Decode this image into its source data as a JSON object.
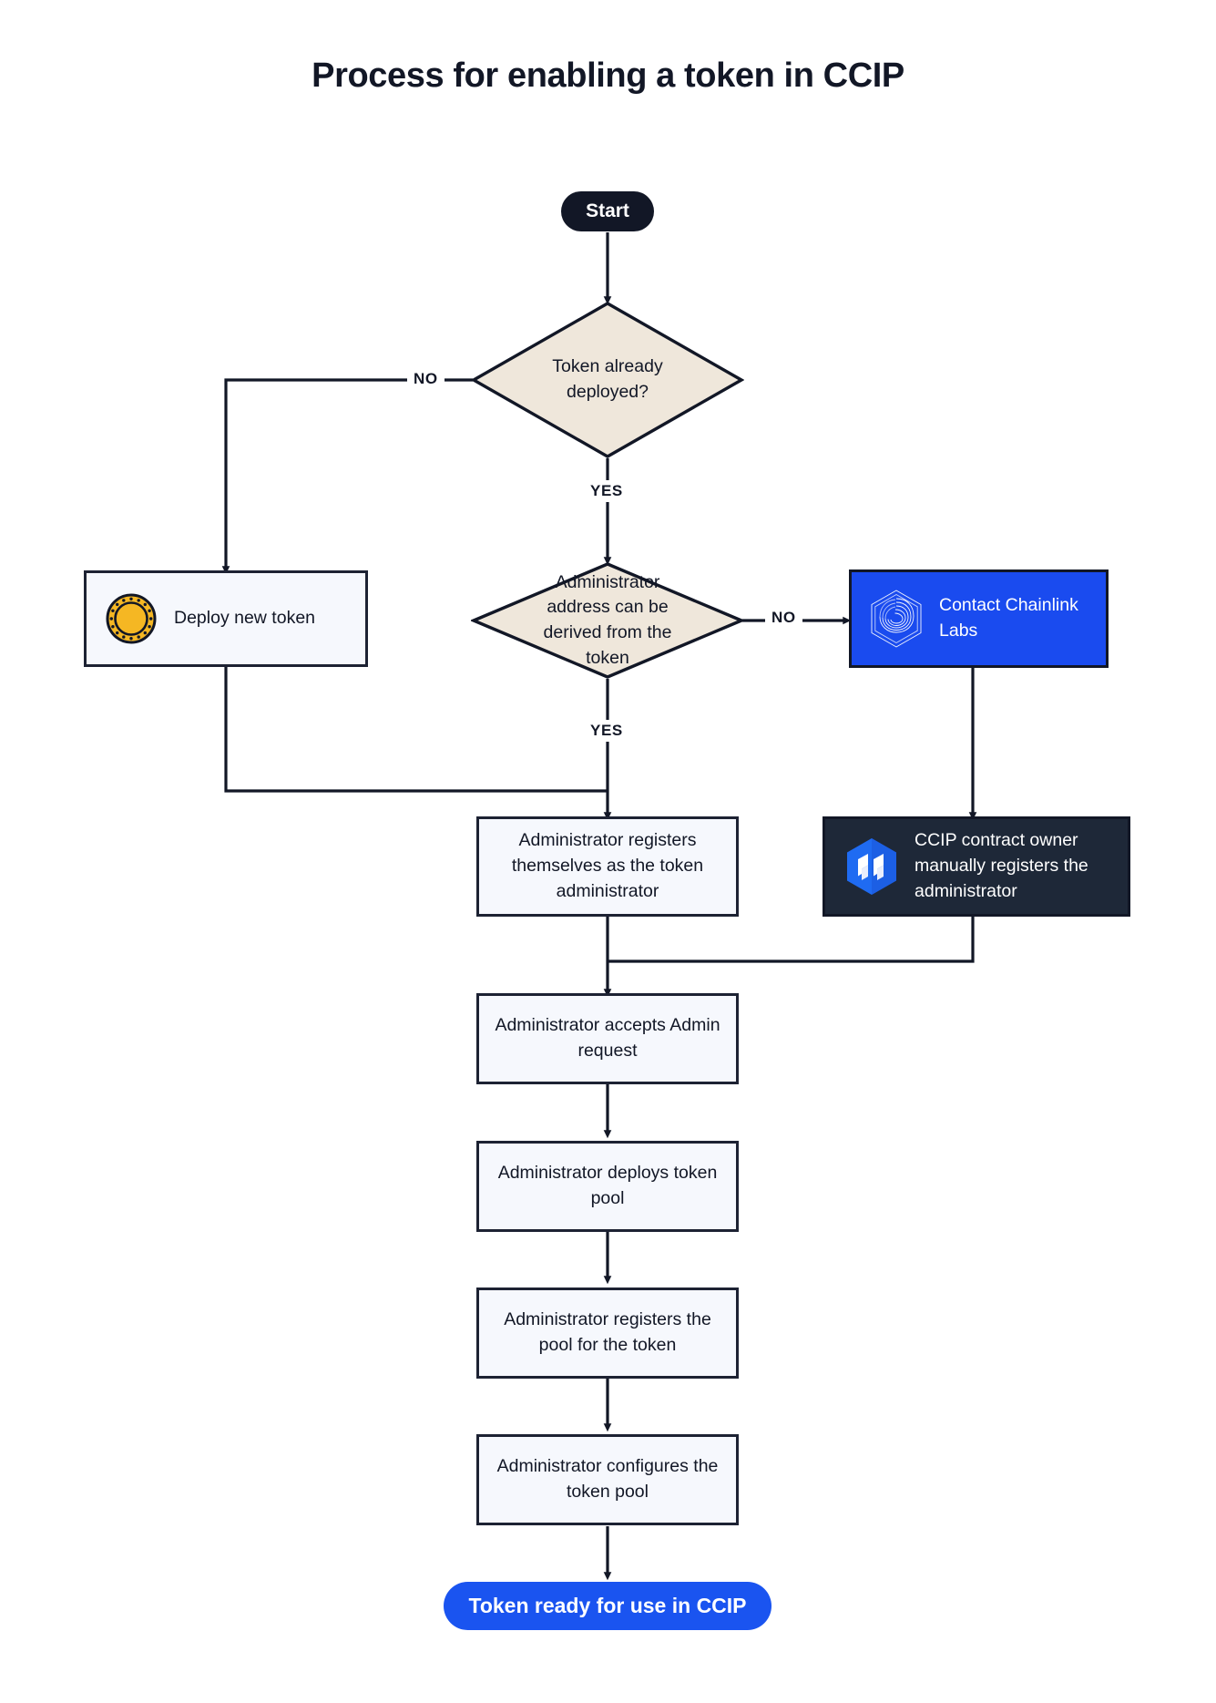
{
  "diagram": {
    "title": "Process for enabling a token in CCIP",
    "type": "flowchart",
    "colors": {
      "ink": "#121726",
      "process_fill": "#f6f8fd",
      "decision_fill": "#efe7db",
      "brand_blue": "#1a4bef",
      "end_blue": "#1a54f0",
      "dark_slate": "#1e2838",
      "coin_gold": "#f5b723"
    },
    "nodes": {
      "start": {
        "label": "Start",
        "shape": "terminator"
      },
      "decision_token_deployed": {
        "label": "Token already deployed?",
        "shape": "decision"
      },
      "deploy_new_token": {
        "label": "Deploy new token",
        "shape": "process",
        "icon": "gold-coin-icon"
      },
      "decision_admin_derivable": {
        "label": "Administrator address can be derived from the token",
        "shape": "decision"
      },
      "contact_chainlink": {
        "label": "Contact Chainlink Labs",
        "shape": "process",
        "icon": "chainlink-logo-icon"
      },
      "admin_registers_self": {
        "label": "Administrator registers themselves as the token administrator",
        "shape": "process"
      },
      "ccip_owner_registers": {
        "label": "CCIP contract owner manually registers the administrator",
        "shape": "process",
        "icon": "ccip-logo-icon"
      },
      "admin_accepts": {
        "label": "Administrator accepts Admin request",
        "shape": "process"
      },
      "admin_deploys_pool": {
        "label": "Administrator deploys token pool",
        "shape": "process"
      },
      "admin_registers_pool": {
        "label": "Administrator registers the pool for the token",
        "shape": "process"
      },
      "admin_configures_pool": {
        "label": "Administrator configures the token pool",
        "shape": "process"
      },
      "end": {
        "label": "Token ready for use in CCIP",
        "shape": "terminator"
      }
    },
    "edge_labels": {
      "no_token_deployed": "NO",
      "yes_token_deployed": "YES",
      "no_admin_derivable": "NO",
      "yes_admin_derivable": "YES"
    }
  }
}
